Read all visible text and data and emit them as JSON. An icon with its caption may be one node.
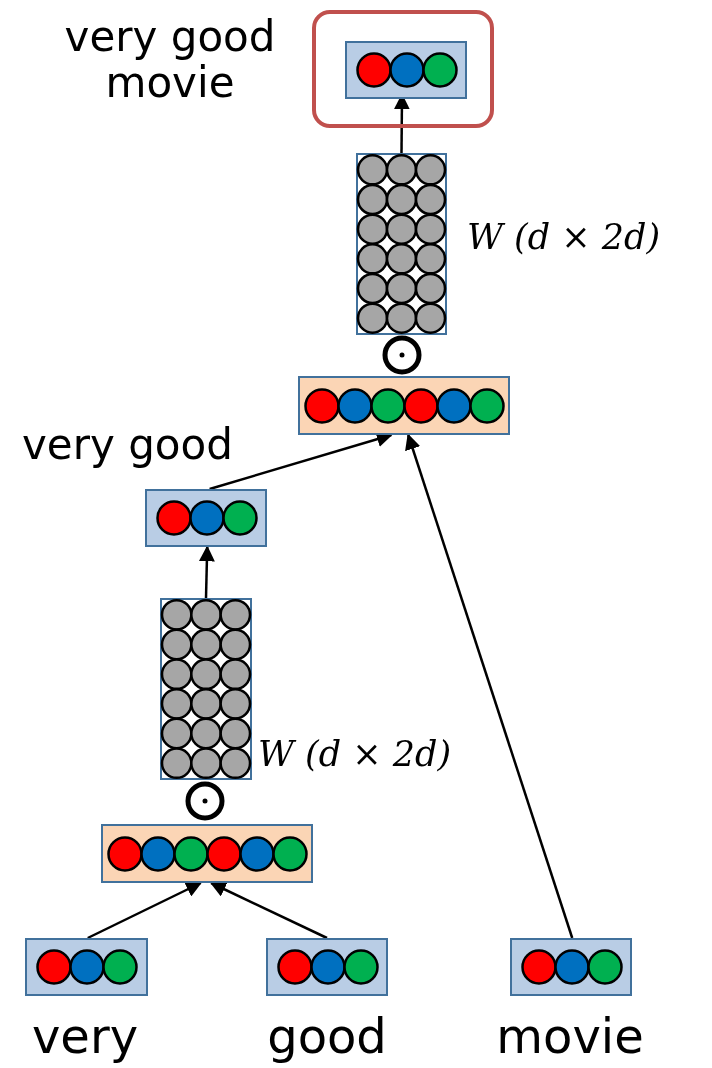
{
  "diagram": {
    "nodes": [
      {
        "text": [],
        "shape": "box"
      },
      {
        "text": [],
        "shape": "box",
        "in": 0,
        "beside": [
          "very good movie"
        ]
      },
      {
        "text": [],
        "shape": "box",
        "beside": [
          "W (d × 2d)"
        ]
      },
      {
        "text": [],
        "shape": "circle"
      },
      {
        "text": [],
        "shape": "box"
      },
      {
        "text": [],
        "shape": "box",
        "beside": [
          "very good"
        ]
      },
      {
        "text": [],
        "shape": "box",
        "beside": [
          "W (d × 2d)"
        ]
      },
      {
        "text": [],
        "shape": "circle"
      },
      {
        "text": [],
        "shape": "box"
      },
      {
        "text": [],
        "shape": "box",
        "beside": [
          "very"
        ]
      },
      {
        "text": [],
        "shape": "box",
        "beside": [
          "good"
        ]
      },
      {
        "text": [],
        "shape": "box",
        "beside": [
          "movie"
        ]
      }
    ],
    "edges": [
      {
        "from": 2,
        "to": 1,
        "arrow": "to"
      },
      {
        "from": 5,
        "to": 4,
        "arrow": "to"
      },
      {
        "from": 11,
        "to": 4,
        "arrow": "to"
      },
      {
        "from": 6,
        "to": 5,
        "arrow": "to"
      },
      {
        "from": 9,
        "to": 8,
        "arrow": "to"
      },
      {
        "from": 10,
        "to": 8,
        "arrow": "to"
      }
    ]
  }
}
